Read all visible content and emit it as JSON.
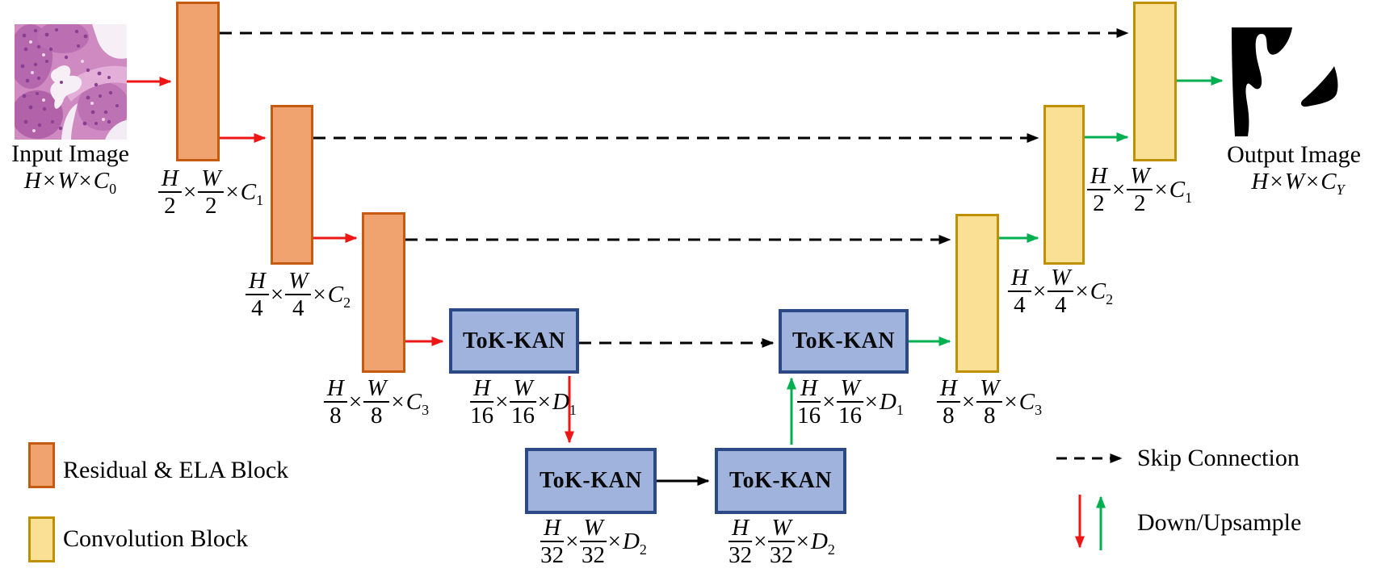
{
  "figure": {
    "kind": "u-net-architecture-diagram"
  },
  "tok_kan": {
    "label": "ToK-KAN"
  },
  "input": {
    "caption": "Input Image",
    "dim": {
      "v1": "H",
      "t1": "×",
      "v2": "W",
      "t2": "×",
      "ch": "C",
      "sub": "0"
    }
  },
  "output": {
    "caption": "Output Image",
    "dim": {
      "v1": "H",
      "t1": "×",
      "v2": "W",
      "t2": "×",
      "ch": "C",
      "sub": "Y"
    }
  },
  "dims": {
    "enc1": {
      "f1n": "H",
      "f1d": "2",
      "t1": "×",
      "f2n": "W",
      "f2d": "2",
      "t2": "×",
      "ch": "C",
      "sub": "1"
    },
    "enc2": {
      "f1n": "H",
      "f1d": "4",
      "t1": "×",
      "f2n": "W",
      "f2d": "4",
      "t2": "×",
      "ch": "C",
      "sub": "2"
    },
    "enc3": {
      "f1n": "H",
      "f1d": "8",
      "t1": "×",
      "f2n": "W",
      "f2d": "8",
      "t2": "×",
      "ch": "C",
      "sub": "3"
    },
    "enc4": {
      "f1n": "H",
      "f1d": "16",
      "t1": "×",
      "f2n": "W",
      "f2d": "16",
      "t2": "×",
      "ch": "D",
      "sub": "1"
    },
    "bott1": {
      "f1n": "H",
      "f1d": "32",
      "t1": "×",
      "f2n": "W",
      "f2d": "32",
      "t2": "×",
      "ch": "D",
      "sub": "2"
    },
    "bott2": {
      "f1n": "H",
      "f1d": "32",
      "t1": "×",
      "f2n": "W",
      "f2d": "32",
      "t2": "×",
      "ch": "D",
      "sub": "2"
    },
    "dec4": {
      "f1n": "H",
      "f1d": "16",
      "t1": "×",
      "f2n": "W",
      "f2d": "16",
      "t2": "×",
      "ch": "D",
      "sub": "1"
    },
    "dec3": {
      "f1n": "H",
      "f1d": "8",
      "t1": "×",
      "f2n": "W",
      "f2d": "8",
      "t2": "×",
      "ch": "C",
      "sub": "3"
    },
    "dec2": {
      "f1n": "H",
      "f1d": "4",
      "t1": "×",
      "f2n": "W",
      "f2d": "4",
      "t2": "×",
      "ch": "C",
      "sub": "2"
    },
    "dec1": {
      "f1n": "H",
      "f1d": "2",
      "t1": "×",
      "f2n": "W",
      "f2d": "2",
      "t2": "×",
      "ch": "C",
      "sub": "1"
    }
  },
  "legend": {
    "residual": "Residual & ELA Block",
    "convolution": "Convolution Block",
    "skip": "Skip Connection",
    "updown": "Down/Upsample"
  },
  "colors": {
    "residual_fill": "#F1A36F",
    "residual_border": "#C55A11",
    "conv_fill": "#F9E095",
    "conv_border": "#BF9000",
    "tok_fill": "#9FB3DC",
    "tok_border": "#2B4A85",
    "downsample_arrow": "#EE1515",
    "upsample_arrow": "#00B050",
    "skip_line": "#000000"
  }
}
